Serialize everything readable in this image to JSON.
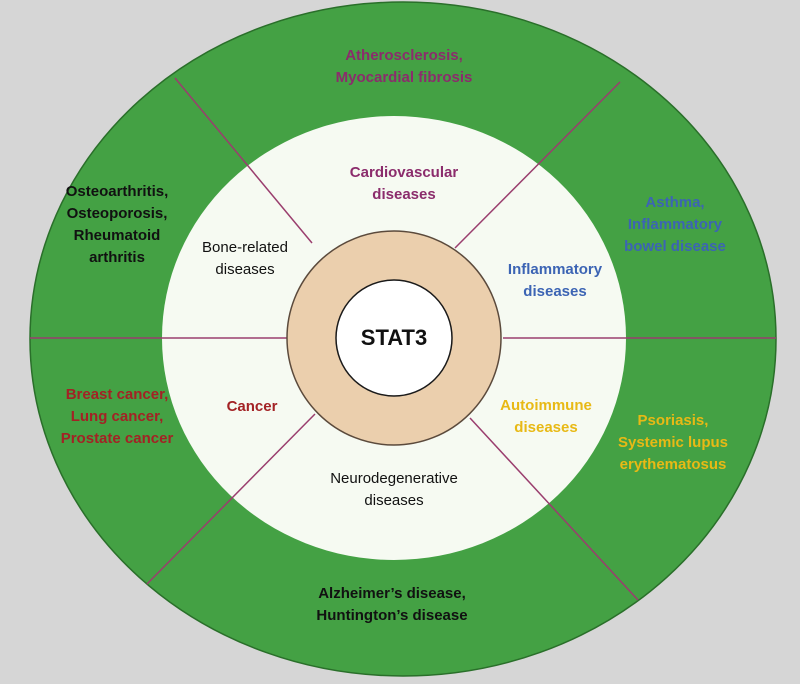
{
  "colors": {
    "outer_ring": "#44a144",
    "outer_border": "#2a6f2a",
    "inner_disc": "#f6faf2",
    "core_ring": "#ebcfad",
    "core_border": "#5b4a3c",
    "divider": "#9a3e6e",
    "cardio": "#8b2c6c",
    "inflammatory": "#3c64b4",
    "autoimmune": "#e8b915",
    "cancer": "#a32225",
    "dark": "#111111"
  },
  "center": {
    "label": "STAT3"
  },
  "categories": [
    {
      "id": "cardiovascular",
      "name": [
        "Cardiovascular",
        "diseases"
      ],
      "examples": [
        "Atherosclerosis,",
        "Myocardial fibrosis"
      ],
      "color_key": "cardio"
    },
    {
      "id": "inflammatory",
      "name": [
        "Inflammatory",
        "diseases"
      ],
      "examples": [
        "Asthma,",
        "Inflammatory",
        "bowel disease"
      ],
      "color_key": "inflammatory"
    },
    {
      "id": "autoimmune",
      "name": [
        "Autoimmune",
        "diseases"
      ],
      "examples": [
        "Psoriasis,",
        "Systemic lupus",
        "erythematosus"
      ],
      "color_key": "autoimmune"
    },
    {
      "id": "neurodegenerative",
      "name": [
        "Neurodegenerative",
        "diseases"
      ],
      "examples": [
        "Alzheimer’s disease,",
        "Huntington’s disease"
      ],
      "color_key": "dark"
    },
    {
      "id": "cancer",
      "name": [
        "Cancer"
      ],
      "examples": [
        "Breast cancer,",
        "Lung cancer,",
        "Prostate cancer"
      ],
      "color_key": "cancer"
    },
    {
      "id": "bone",
      "name": [
        "Bone-related",
        "diseases"
      ],
      "examples": [
        "Osteoarthritis,",
        "Osteoporosis,",
        "Rheumatoid",
        "arthritis"
      ],
      "color_key": "dark"
    }
  ]
}
